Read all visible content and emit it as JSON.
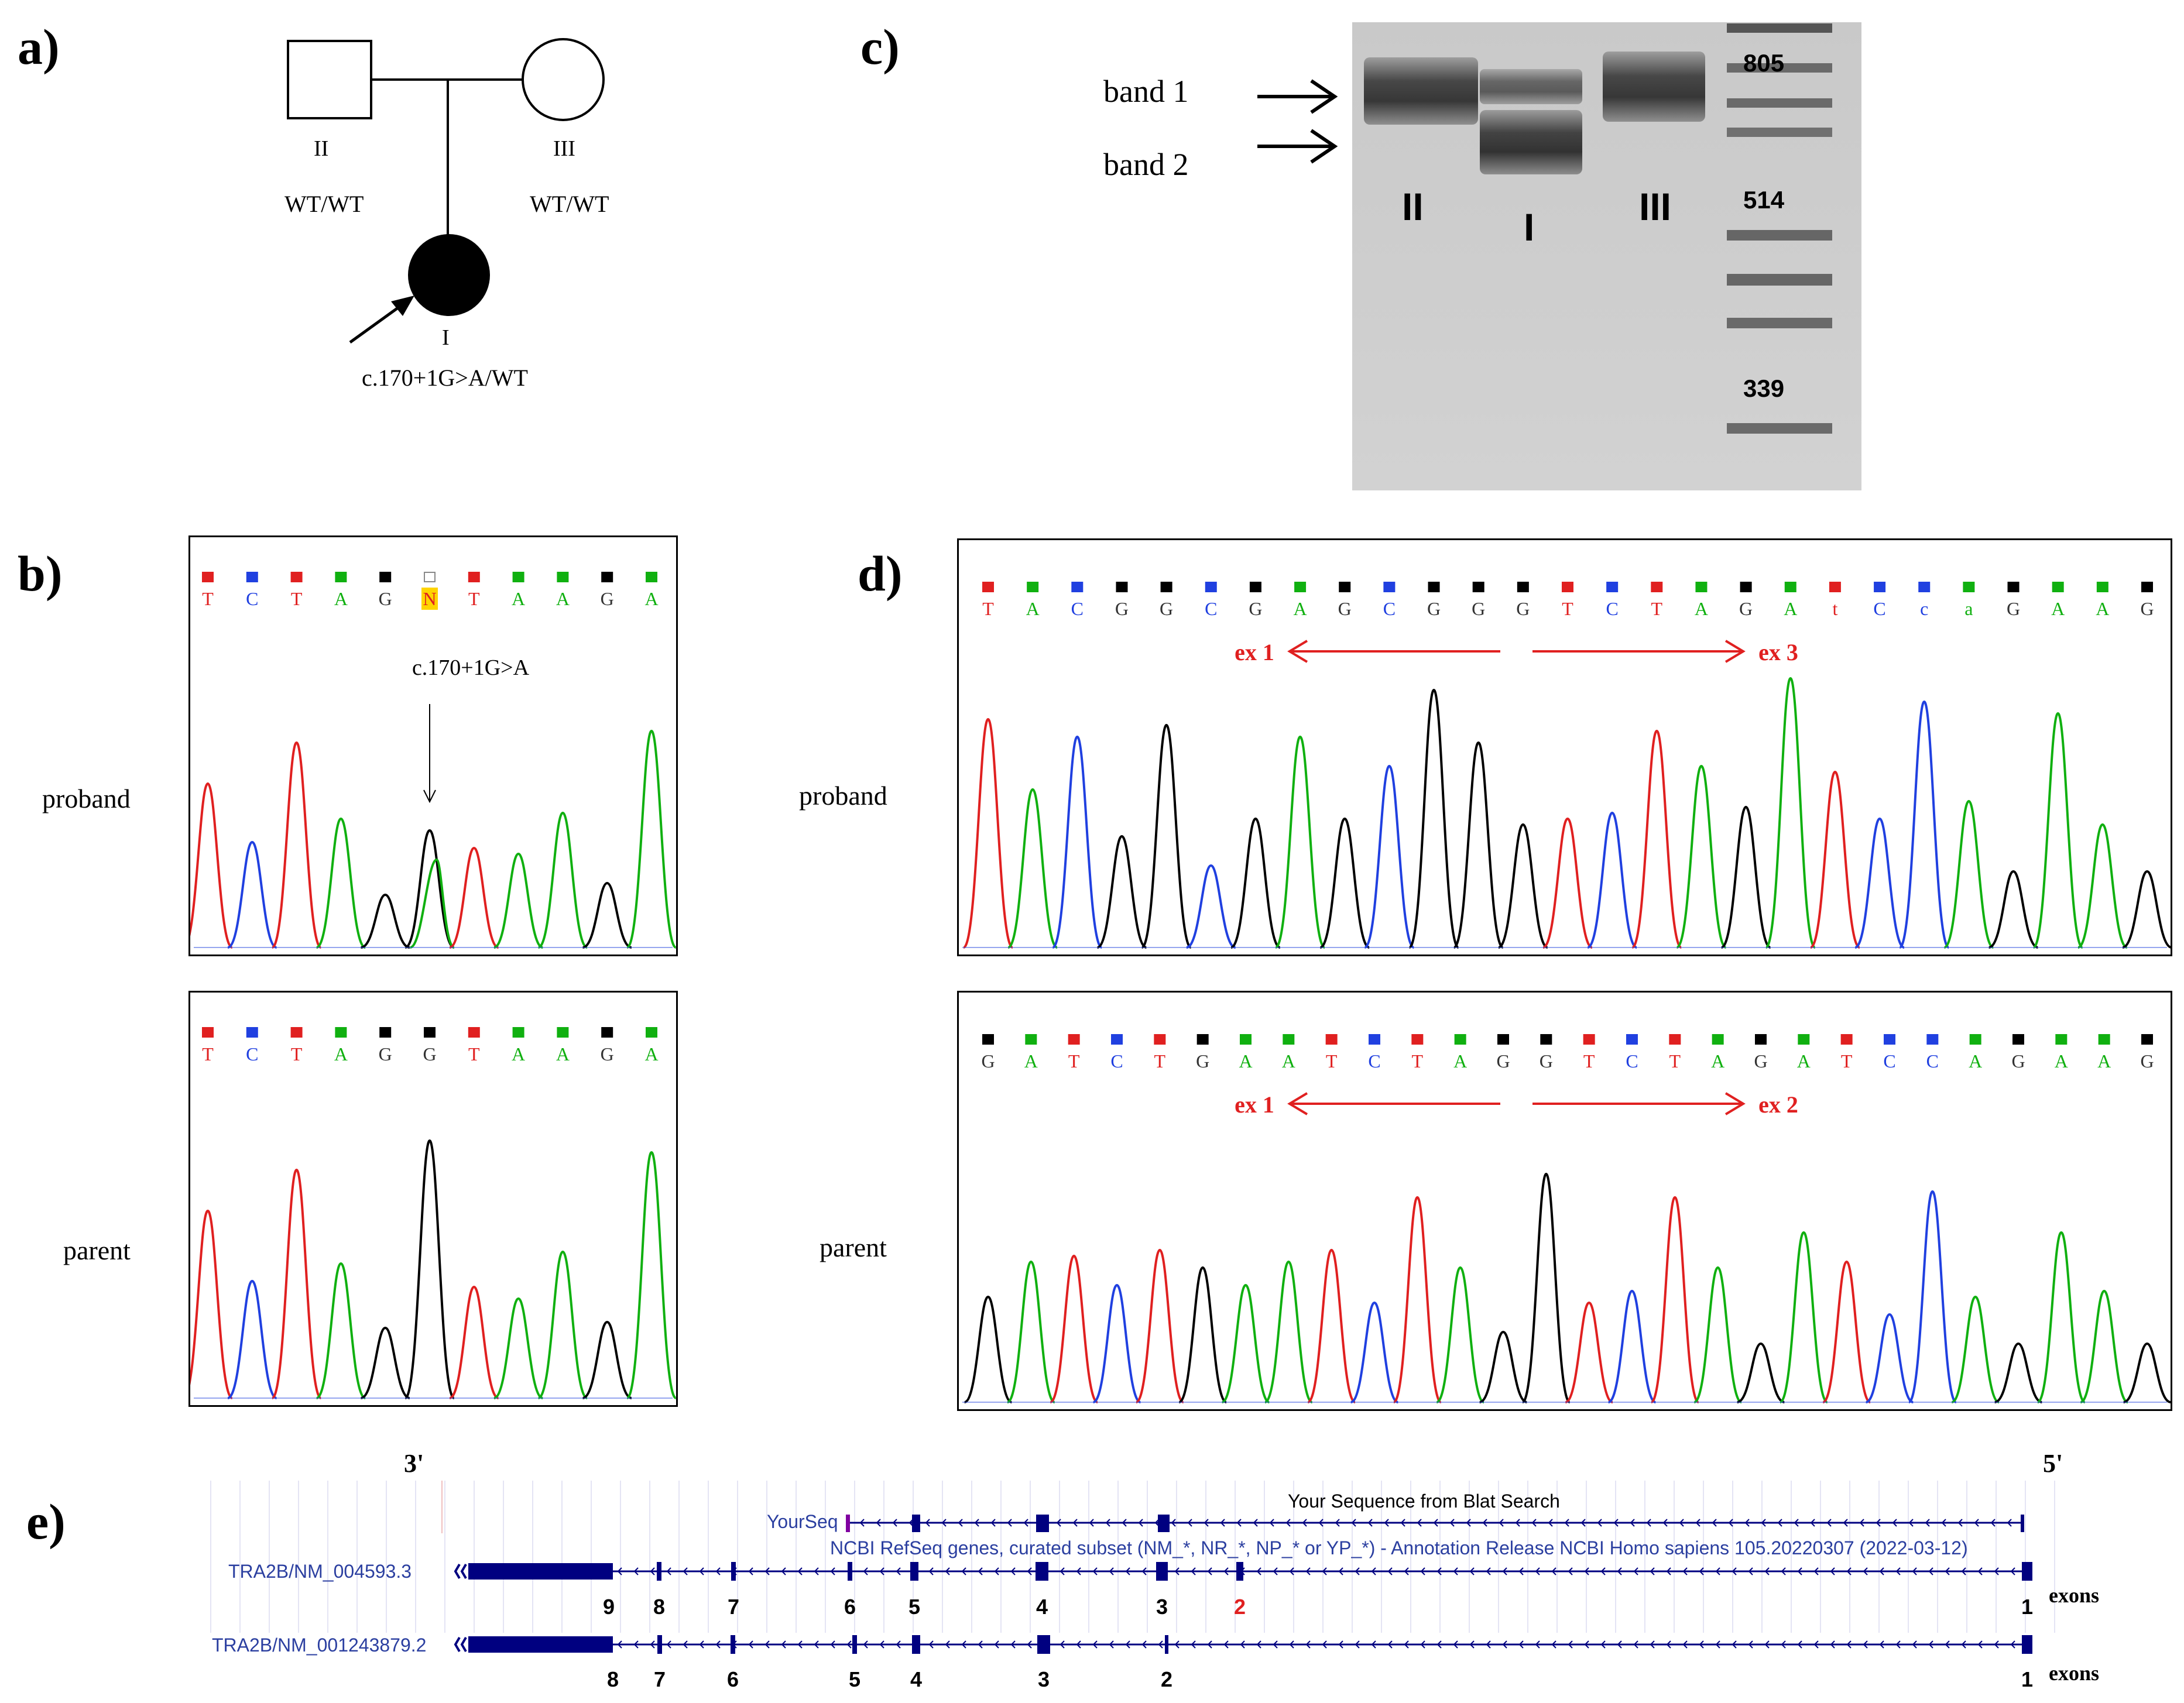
{
  "panels": {
    "a": {
      "label": "a)",
      "father": {
        "id": "II",
        "genotype": "WT/WT"
      },
      "mother": {
        "id": "III",
        "genotype": "WT/WT"
      },
      "proband": {
        "id": "I",
        "genotype": "c.170+1G>A/WT"
      }
    },
    "b": {
      "label": "b)",
      "variant_label": "c.170+1G>A",
      "rows": [
        {
          "label": "proband",
          "bases": [
            "T",
            "C",
            "T",
            "A",
            "G",
            "N",
            "T",
            "A",
            "A",
            "G",
            "A"
          ],
          "colors": [
            "#e02020",
            "#2040e0",
            "#e02020",
            "#10b010",
            "#000000",
            "#ffc000",
            "#e02020",
            "#10b010",
            "#10b010",
            "#000000",
            "#10b010"
          ]
        },
        {
          "label": "parent",
          "bases": [
            "T",
            "C",
            "T",
            "A",
            "G",
            "G",
            "T",
            "A",
            "A",
            "G",
            "A"
          ],
          "colors": [
            "#e02020",
            "#2040e0",
            "#e02020",
            "#10b010",
            "#000000",
            "#000000",
            "#e02020",
            "#10b010",
            "#10b010",
            "#000000",
            "#10b010"
          ]
        }
      ]
    },
    "c": {
      "label": "c)",
      "band1": "band 1",
      "band2": "band 2",
      "lanes": [
        "II",
        "I",
        "III"
      ],
      "markers": [
        "805",
        "514",
        "339"
      ]
    },
    "d": {
      "label": "d)",
      "rows": [
        {
          "label": "proband",
          "bases": [
            "T",
            "A",
            "C",
            "G",
            "G",
            "C",
            "G",
            "A",
            "G",
            "C",
            "G",
            "G",
            "G",
            "T",
            "C",
            "T",
            "A",
            "G",
            "A",
            "t",
            "C",
            "c",
            "a",
            "G",
            "A",
            "A",
            "G"
          ],
          "colors": [
            "#e02020",
            "#10b010",
            "#2040e0",
            "#000000",
            "#000000",
            "#2040e0",
            "#000000",
            "#10b010",
            "#000000",
            "#2040e0",
            "#000000",
            "#000000",
            "#000000",
            "#e02020",
            "#2040e0",
            "#e02020",
            "#10b010",
            "#000000",
            "#10b010",
            "#e02020",
            "#2040e0",
            "#2040e0",
            "#10b010",
            "#000000",
            "#10b010",
            "#10b010",
            "#000000"
          ],
          "left": "ex 1",
          "right": "ex 3"
        },
        {
          "label": "parent",
          "bases": [
            "G",
            "A",
            "T",
            "C",
            "T",
            "G",
            "A",
            "A",
            "T",
            "C",
            "T",
            "A",
            "G",
            "G",
            "T",
            "C",
            "T",
            "A",
            "G",
            "A",
            "T",
            "C",
            "C",
            "A",
            "G",
            "A",
            "A",
            "G"
          ],
          "colors": [
            "#000000",
            "#10b010",
            "#e02020",
            "#2040e0",
            "#e02020",
            "#000000",
            "#10b010",
            "#10b010",
            "#e02020",
            "#2040e0",
            "#e02020",
            "#10b010",
            "#000000",
            "#000000",
            "#e02020",
            "#2040e0",
            "#e02020",
            "#10b010",
            "#000000",
            "#10b010",
            "#e02020",
            "#2040e0",
            "#2040e0",
            "#10b010",
            "#000000",
            "#10b010",
            "#10b010",
            "#000000"
          ],
          "left": "ex 1",
          "right": "ex 2"
        }
      ]
    },
    "e": {
      "label": "e)",
      "end3": "3'",
      "end5": "5'",
      "blat_title": "Your Sequence from Blat Search",
      "yourseq": "YourSeq",
      "refseq_title": "NCBI RefSeq genes, curated subset (NM_*, NR_*, NP_* or YP_*) - Annotation Release NCBI Homo sapiens 105.20220307 (2022-03-12)",
      "track1": {
        "name": "TRA2B/NM_004593.3",
        "exons": [
          "9",
          "8",
          "7",
          "6",
          "5",
          "4",
          "3",
          "2",
          "1"
        ]
      },
      "track2": {
        "name": "TRA2B/NM_001243879.2",
        "exons": [
          "8",
          "7",
          "6",
          "5",
          "4",
          "3",
          "2",
          "1"
        ]
      },
      "exons_word": "exons"
    }
  }
}
